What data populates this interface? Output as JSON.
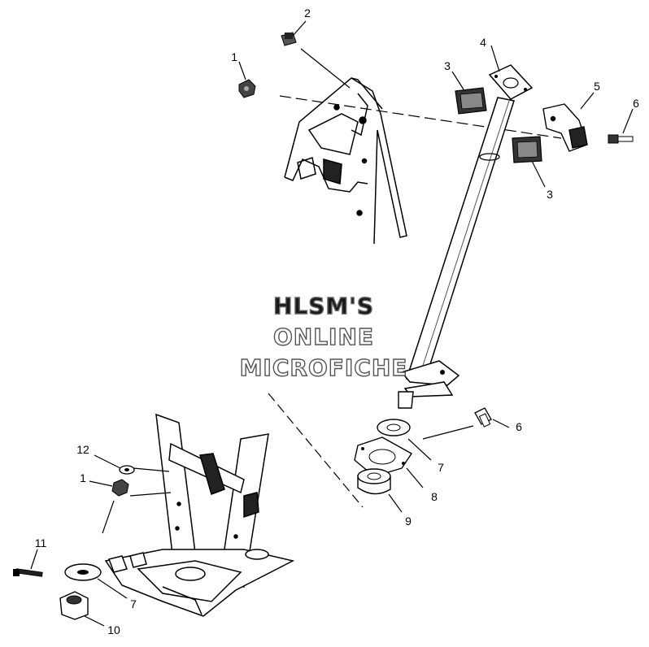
{
  "watermark": {
    "line1": "HLSM'S",
    "line2": "ONLINE",
    "line3": "MICROFICHE"
  },
  "callouts": [
    {
      "id": "c1a",
      "label": "1"
    },
    {
      "id": "c2",
      "label": "2"
    },
    {
      "id": "c3a",
      "label": "3"
    },
    {
      "id": "c4",
      "label": "4"
    },
    {
      "id": "c5",
      "label": "5"
    },
    {
      "id": "c6a",
      "label": "6"
    },
    {
      "id": "c3b",
      "label": "3"
    },
    {
      "id": "c6b",
      "label": "6"
    },
    {
      "id": "c7a",
      "label": "7"
    },
    {
      "id": "c8",
      "label": "8"
    },
    {
      "id": "c9",
      "label": "9"
    },
    {
      "id": "c12",
      "label": "12"
    },
    {
      "id": "c1b",
      "label": "1"
    },
    {
      "id": "c11",
      "label": "11"
    },
    {
      "id": "c7b",
      "label": "7"
    },
    {
      "id": "c10",
      "label": "10"
    }
  ]
}
